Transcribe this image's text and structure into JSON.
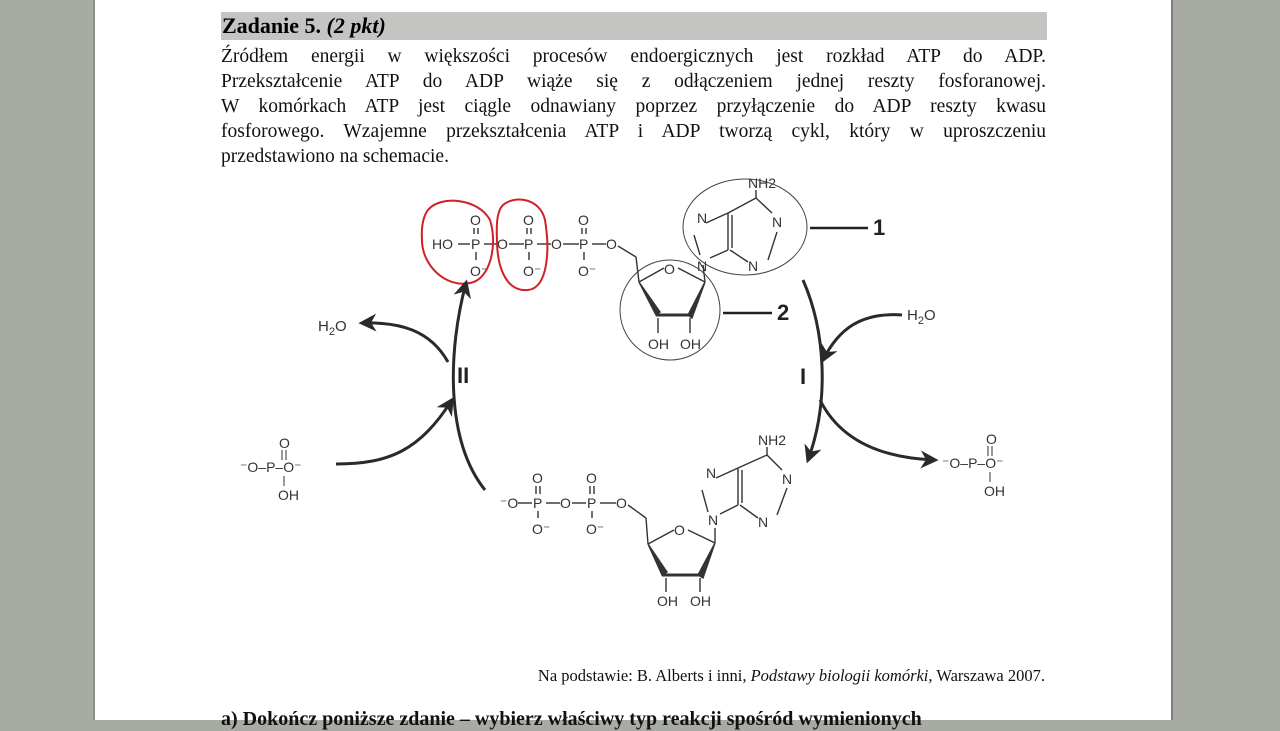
{
  "task": {
    "title": "Zadanie 5.",
    "points": "(2 pkt)",
    "intro_lines": [
      "Źródłem energii w większości procesów endoergicznych jest rozkład ATP do ADP.",
      "Przekształcenie ATP do ADP wiąże się z odłączeniem jednej reszty fosforanowej.",
      "W komórkach ATP jest ciągle odnawiany poprzez przyłączenie do ADP reszty kwasu",
      "fosforowego. Wzajemne przekształcenia ATP i ADP tworzą cykl, który w uproszczeniu",
      "przedstawiono na schemacie."
    ]
  },
  "diagram": {
    "labels": {
      "part1": "1",
      "part2": "2",
      "reaction_I": "I",
      "reaction_II": "II",
      "water_in": "H2O",
      "water_out": "H2O",
      "nh2_top": "NH2",
      "nh2_bottom": "NH2",
      "oh": "OH",
      "ho": "HO",
      "phosphate_formula": "⁻O–P–O⁻ (=O, OH)"
    },
    "annotation_color": "#d0202a",
    "molecules": [
      "ATP",
      "ADP",
      "phosphate"
    ]
  },
  "source": {
    "prefix": "Na podstawie: B. Alberts i inni, ",
    "book": "Podstawy biologii komórki,",
    "suffix": " Warszawa 2007."
  },
  "next_question": "a) Dokończ poniższe zdanie – wybierz właściwy typ reakcji spośród wymienionych"
}
